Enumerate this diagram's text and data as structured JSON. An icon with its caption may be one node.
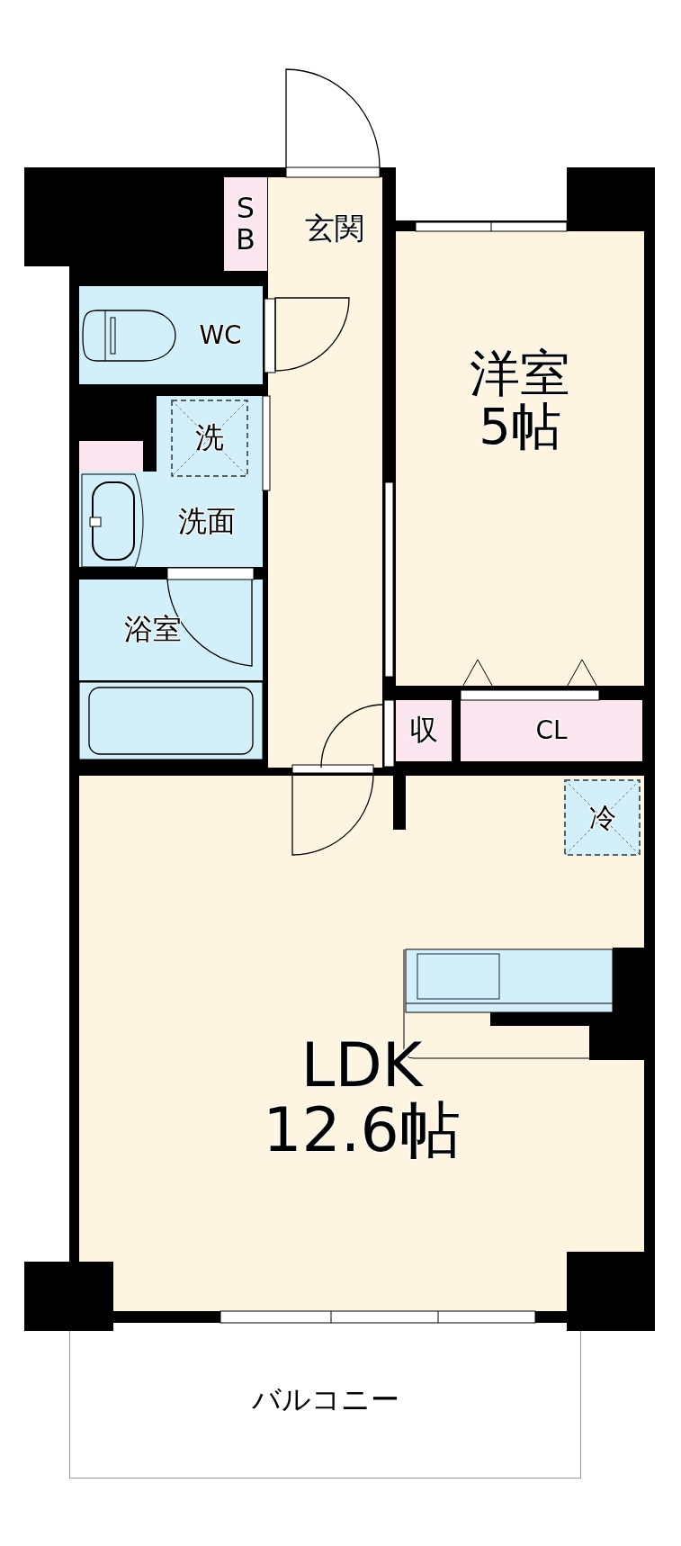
{
  "diagram": {
    "nodes": [
      {
        "text": [
          "SB"
        ]
      },
      {
        "text": [
          "玄関"
        ]
      },
      {
        "text": [
          "WC"
        ]
      },
      {
        "text": [
          "洋室",
          "5帖"
        ]
      },
      {
        "text": [
          "洗面"
        ]
      },
      {
        "text": [
          "洗"
        ],
        "in": 4
      },
      {
        "text": [],
        "shape": "box"
      },
      {
        "text": [
          "浴室"
        ]
      },
      {
        "text": [
          "収"
        ]
      },
      {
        "text": [
          "CL"
        ]
      },
      {
        "text": [
          "LDK",
          "12.6帖"
        ]
      },
      {
        "text": [
          "冷"
        ],
        "in": 10
      },
      {
        "text": [
          "バルコニー"
        ]
      }
    ]
  }
}
